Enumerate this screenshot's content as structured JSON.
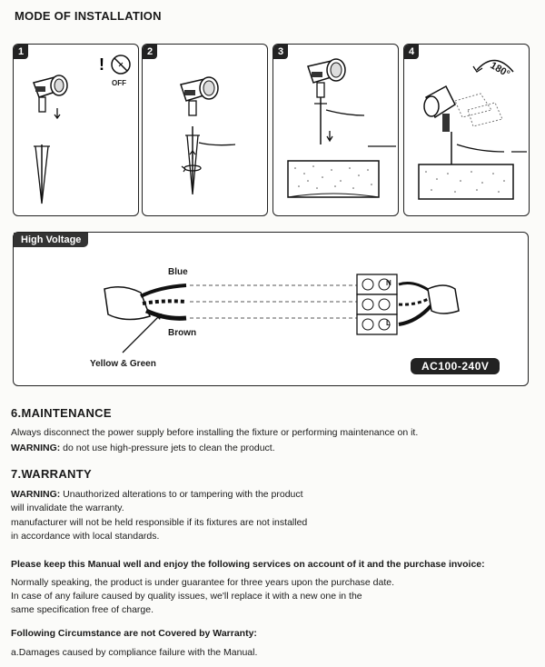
{
  "installation": {
    "title": "MODE OF INSTALLATION",
    "steps": [
      "1",
      "2",
      "3",
      "4"
    ],
    "off_label": "OFF",
    "rotate_label": "180°"
  },
  "high_voltage": {
    "tab_label": "High Voltage",
    "wire_blue": "Blue",
    "wire_brown": "Brown",
    "wire_yellow_green": "Yellow & Green",
    "terminal_n": "N",
    "terminal_l": "L",
    "voltage_badge": "AC100-240V"
  },
  "maintenance": {
    "heading": "6.MAINTENANCE",
    "line1": "Always disconnect the power supply before installing the fixture or performing maintenance on it.",
    "warning_label": "WARNING:",
    "warning_text": " do not use high-pressure jets to clean the product."
  },
  "warranty": {
    "heading": "7.WARRANTY",
    "warning_label": "WARNING:",
    "warning_text": " Unauthorized alterations to or tampering with the product",
    "line2": "will invalidate the warranty.",
    "line3": "manufacturer will not be held responsible if its fixtures are not installed",
    "line4": "in accordance with local standards."
  },
  "services": {
    "heading": "Please keep this Manual well and enjoy the following services on account of it and the purchase invoice:",
    "line1": "Normally speaking, the product is under guarantee for three years upon the purchase date.",
    "line2": "In case of any failure caused by quality issues, we'll replace it with a new one in the",
    "line3": "same specification free of charge."
  },
  "exclusions": {
    "heading": "Following Circumstance are not Covered by Warranty:",
    "item_a": "a.Damages caused by compliance failure with the Manual."
  },
  "colors": {
    "ink": "#1a1a1a",
    "panel_border": "#222222",
    "badge": "#222222"
  }
}
